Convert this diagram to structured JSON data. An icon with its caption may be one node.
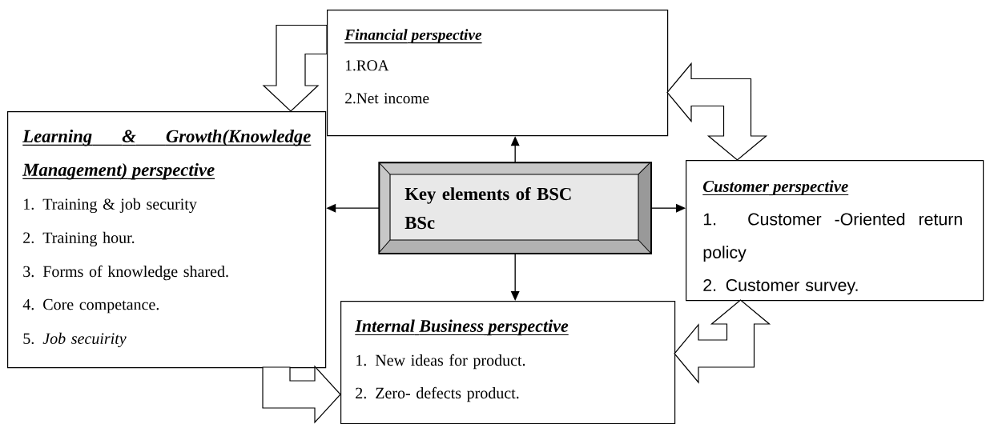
{
  "diagram": {
    "nodes": [
      {
        "text": [
          "Financial perspective",
          "1.ROA",
          "2.Net income"
        ]
      },
      {
        "text": [
          "Learning & Growth(Knowledge Management) perspective",
          "1. Training & job security",
          "2. Training hour.",
          "3. Forms of knowledge shared.",
          "4. Core competance.",
          "5. *Job secuirity*"
        ]
      },
      {
        "text": [
          "Key elements of BSC BSc"
        ]
      },
      {
        "text": [
          "Customer perspective",
          "1. Customer -Oriented return policy",
          "2. Customer survey."
        ]
      },
      {
        "text": [
          "Internal Business perspective",
          "1. New ideas for product.",
          "2. Zero- defects product."
        ]
      }
    ],
    "edges": [
      {
        "from": 2,
        "to": 0,
        "arrow": "to"
      },
      {
        "from": 2,
        "to": 1,
        "arrow": "to"
      },
      {
        "from": 2,
        "to": 3,
        "arrow": "to"
      },
      {
        "from": 2,
        "to": 4,
        "arrow": "to"
      },
      {
        "from": 0,
        "to": 1,
        "arrow": "to",
        "style": "thick"
      },
      {
        "from": 3,
        "to": 0,
        "arrow": "both",
        "style": "thick"
      },
      {
        "from": 3,
        "to": 4,
        "arrow": "both",
        "style": "thick"
      },
      {
        "from": 1,
        "to": 4,
        "arrow": "to",
        "style": "thick"
      }
    ]
  }
}
